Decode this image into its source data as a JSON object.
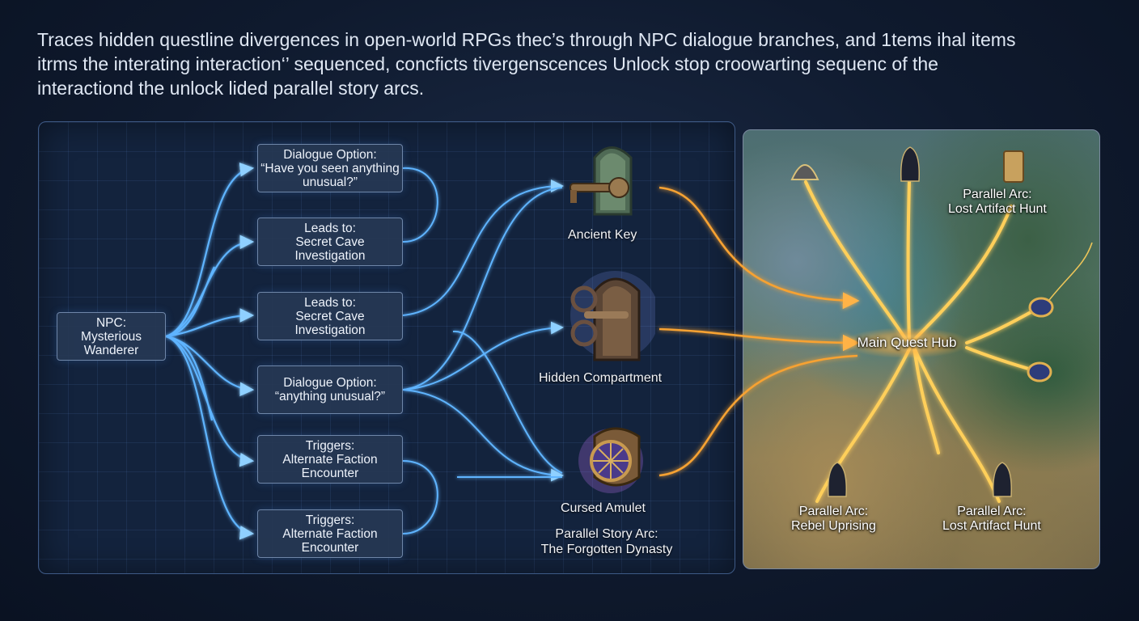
{
  "intro": {
    "line1": "Traces hidden questline divergences in open-world RPGs thec’s through NPC dialogue branches, and 1tems ihal items",
    "line2": "itrms the interating interaction‘’ sequenced, concficts tivergenscences  Unlock stop croowarting sequenc of the",
    "line3": "interactiond the unlock  lided parallel story arcs."
  },
  "npc": {
    "line1": "NPC:",
    "line2": "Mysterious",
    "line3": "Wanderer"
  },
  "branches": [
    {
      "line1": "Dialogue Option:",
      "line2": "“Have you seen anything",
      "line3": "unusual?”"
    },
    {
      "line1": "Leads to:",
      "line2": "Secret Cave",
      "line3": "Investigation"
    },
    {
      "line1": "Leads to:",
      "line2": "Secret Cave",
      "line3": "Investigation"
    },
    {
      "line1": "Dialogue Option:",
      "line2": "“anything unusual?”",
      "line3": ""
    },
    {
      "line1": "Triggers:",
      "line2": "Alternate Faction",
      "line3": "Encounter"
    },
    {
      "line1": "Triggers:",
      "line2": "Alternate Faction",
      "line3": "Encounter"
    }
  ],
  "items": {
    "key": "Ancient Key",
    "compartment": "Hidden Compartment",
    "amulet": "Cursed Amulet",
    "arc_line1": "Parallel Story Arc:",
    "arc_line2": "The Forgotten Dynasty"
  },
  "map": {
    "hub": "Main Quest Hub",
    "arc_top_line1": "Parallel Arc:",
    "arc_top_line2": "Lost Artifact Hunt",
    "arc_left_line1": "Parallel Arc:",
    "arc_left_line2": "Rebel Uprising",
    "arc_right_line1": "Parallel Arc:",
    "arc_right_line2": "Lost Artifact Hunt"
  },
  "colors": {
    "blue_wire": "#5fb4ff",
    "orange_wire": "#f7a233",
    "gold_path": "#ffcf5a"
  }
}
